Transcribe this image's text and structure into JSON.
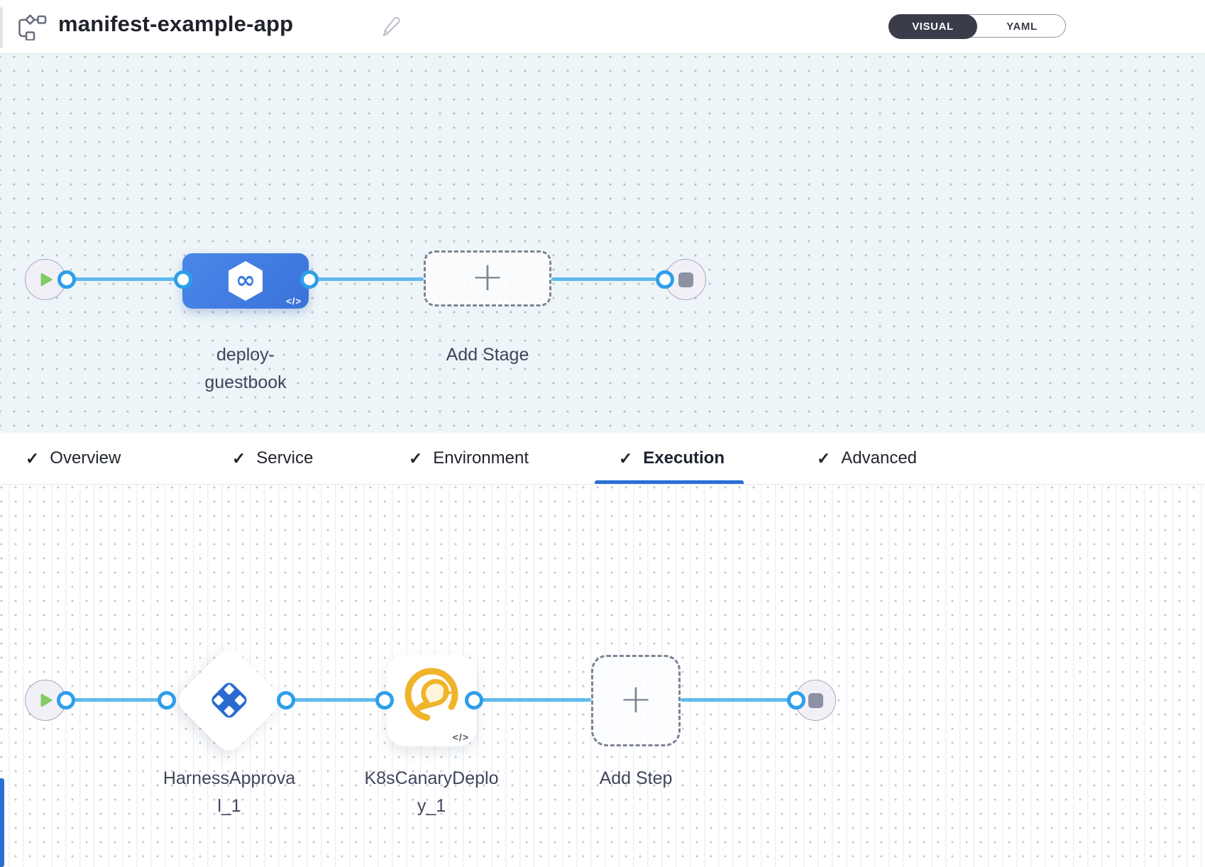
{
  "header": {
    "title": "manifest-example-app"
  },
  "toggle": {
    "visual": "VISUAL",
    "yaml": "YAML",
    "selected": "VISUAL"
  },
  "icons": {
    "check": "✓",
    "plus": "+",
    "infinity": "∞",
    "code": "</>"
  },
  "stage_pipeline": {
    "stage_name": "deploy-guestbook",
    "add_stage": "Add Stage"
  },
  "tabs": [
    {
      "label": "Overview",
      "checked": true,
      "active": false
    },
    {
      "label": "Service",
      "checked": true,
      "active": false
    },
    {
      "label": "Environment",
      "checked": true,
      "active": false
    },
    {
      "label": "Execution",
      "checked": true,
      "active": true
    },
    {
      "label": "Advanced",
      "checked": true,
      "active": false
    }
  ],
  "execution": {
    "step1": "HarnessApproval_1",
    "step2": "K8sCanaryDeploy_1",
    "add_step": "Add Step"
  },
  "colors": {
    "accent_blue": "#2a6fd6",
    "connector_blue": "#5fbbee",
    "node_blue": "#3f7ce0",
    "approval_blue": "#2a6ad0",
    "canary_amber": "#f0b42a",
    "play_green": "#82cb65",
    "stop_gray": "#8c91a3"
  }
}
